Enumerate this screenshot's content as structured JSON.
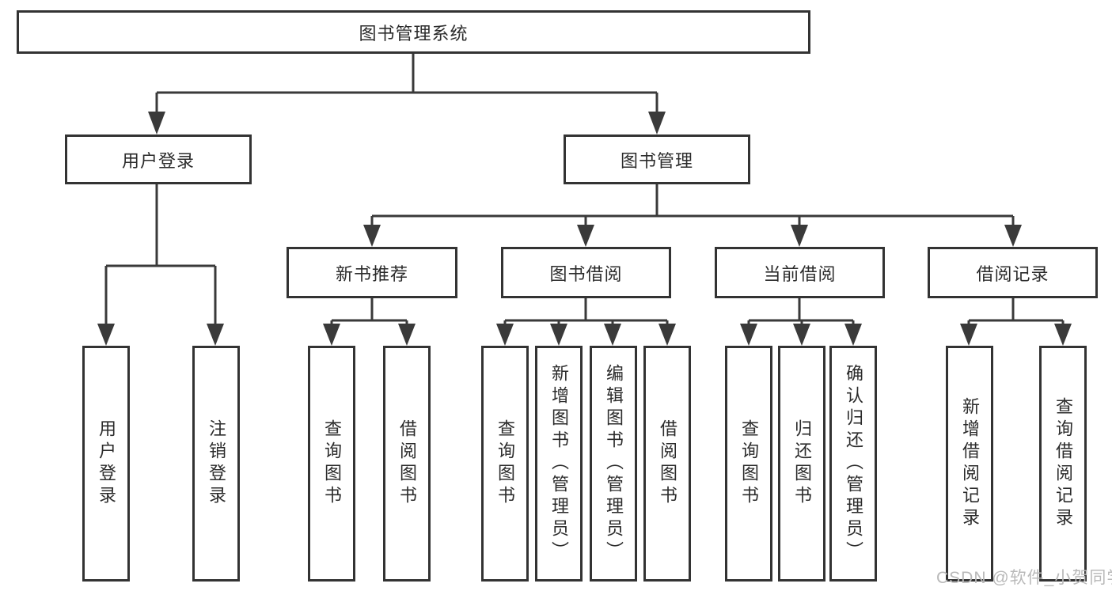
{
  "diagram": {
    "root_label": "图书管理系统",
    "level2": [
      {
        "label": "用户登录"
      },
      {
        "label": "图书管理"
      }
    ],
    "level3": [
      {
        "label": "新书推荐"
      },
      {
        "label": "图书借阅"
      },
      {
        "label": "当前借阅"
      },
      {
        "label": "借阅记录"
      }
    ],
    "leaves": {
      "user_login": [
        "用户登录",
        "注销登录"
      ],
      "new_book_recommend": [
        "查询图书",
        "借阅图书"
      ],
      "book_borrow": [
        "查询图书",
        "新增图书（管理员）",
        "编辑图书（管理员）",
        "借阅图书"
      ],
      "current_borrow": [
        "查询图书",
        "归还图书",
        "确认归还（管理员）"
      ],
      "borrow_records": [
        "新增借阅记录",
        "查询借阅记录"
      ]
    },
    "watermark": "CSDN @软件_小贺同学",
    "colors": {
      "line": "#3a3a3a",
      "box_border": "#333333",
      "box_fill": "#ffffff",
      "text": "#2b2b2b",
      "watermark": "#b9b9b9"
    }
  }
}
